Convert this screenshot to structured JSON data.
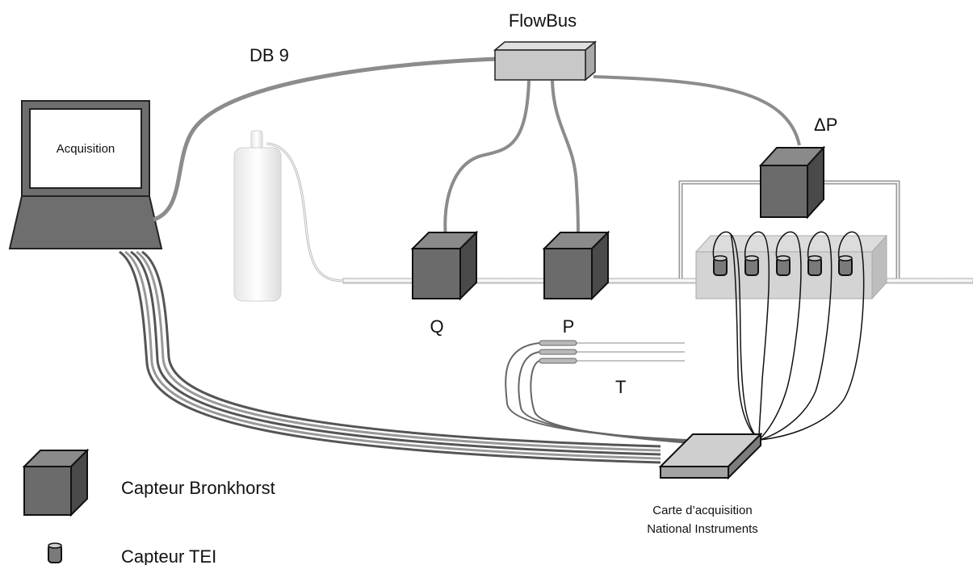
{
  "labels": {
    "acquisition": "Acquisition",
    "db9": "DB 9",
    "flowbus": "FlowBus",
    "delta_p": "ΔP",
    "q": "Q",
    "p": "P",
    "t": "T",
    "card_line1": "Carte d’acquisition",
    "card_line2": "National Instruments"
  },
  "legend": {
    "bronkhorst": "Capteur Bronkhorst",
    "tei": "Capteur TEI"
  },
  "colors": {
    "sensor_front": "#6b6b6b",
    "sensor_side": "#4a4a4a",
    "sensor_top": "#8a8a8a",
    "cable": "#8c8c8c",
    "pipe": "#cfcfcf",
    "box_light": "#c8c8c8"
  }
}
